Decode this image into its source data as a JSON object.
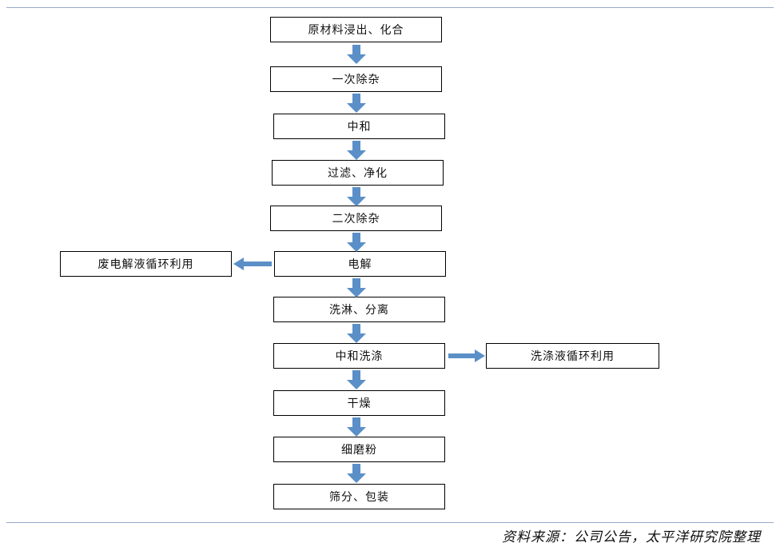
{
  "flow": {
    "steps": [
      "原材料浸出、化合",
      "一次除杂",
      "中和",
      "过滤、净化",
      "二次除杂",
      "电解",
      "洗淋、分离",
      "中和洗涤",
      "干燥",
      "细磨粉",
      "筛分、包装"
    ],
    "side_outputs": {
      "electrolysis": "废电解液循环利用",
      "washing": "洗涤液循环利用"
    }
  },
  "source": "资料来源：公司公告，太平洋研究院整理",
  "colors": {
    "arrow": "#5b8fc7",
    "rule": "#9aa7c8"
  }
}
